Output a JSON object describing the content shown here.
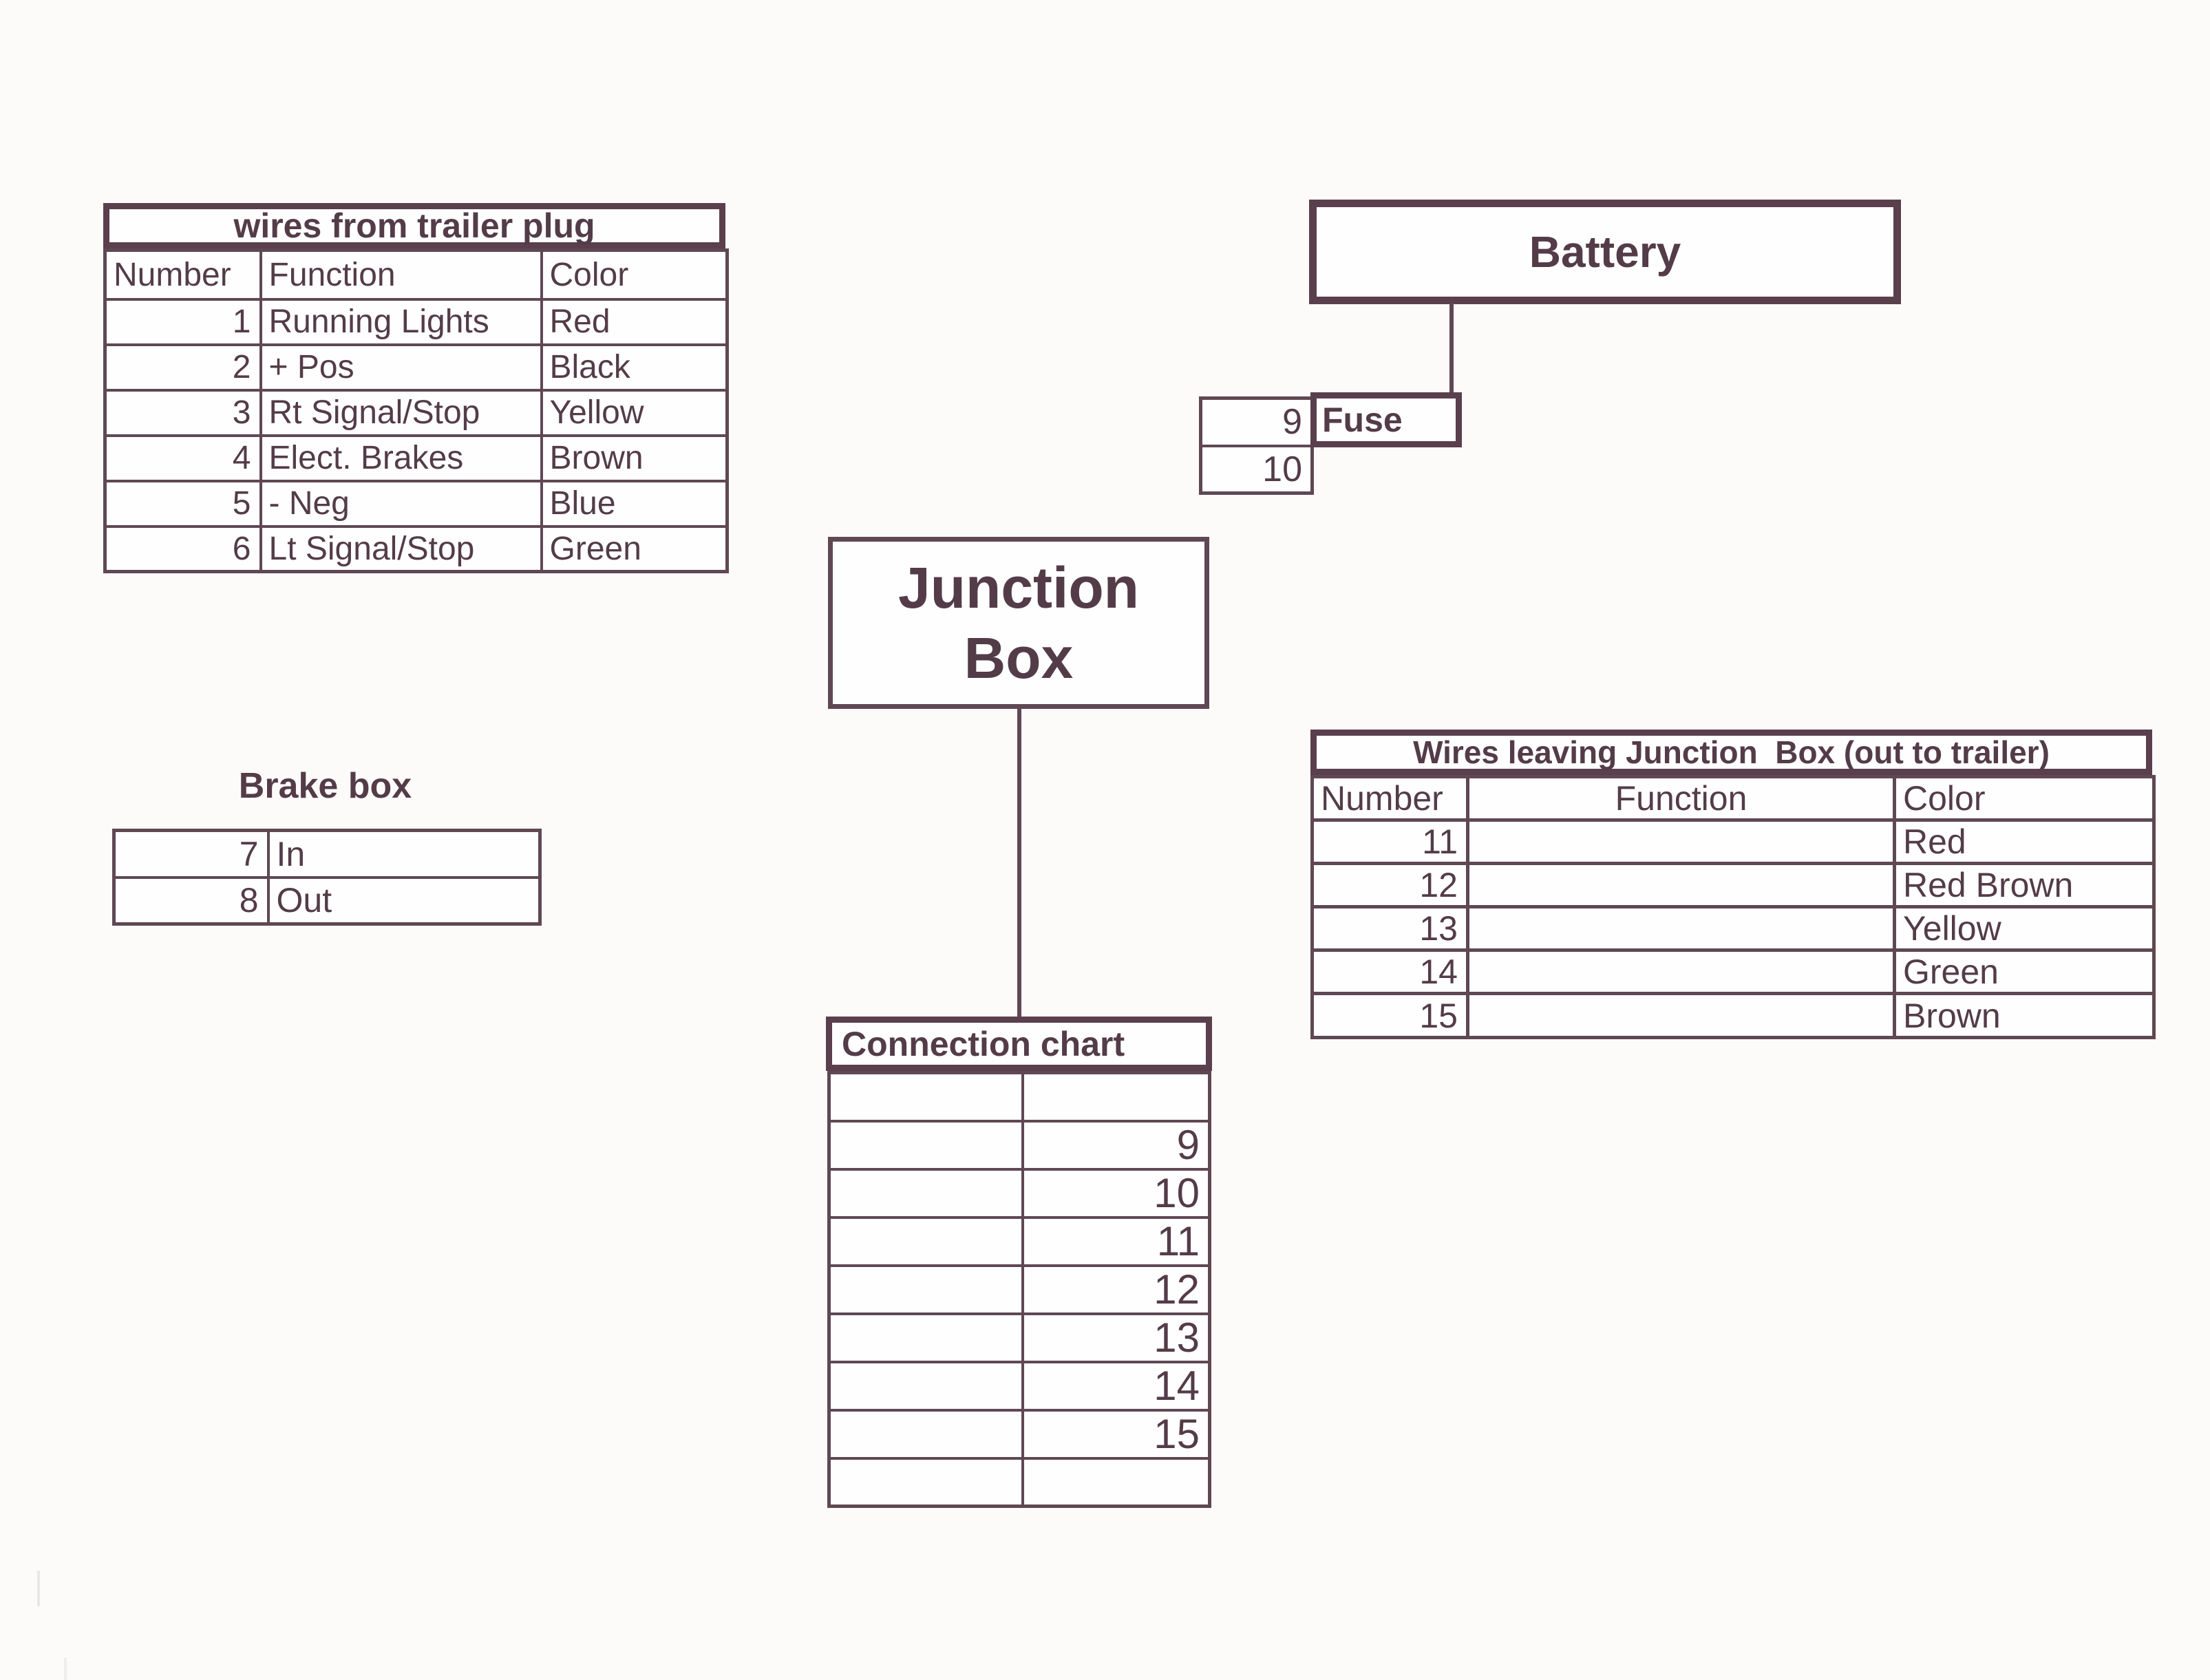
{
  "colors": {
    "ink": "#533c48",
    "line": "#5f4853",
    "bold": "#5a3f4d",
    "background": "#fcfbfa"
  },
  "trailer_plug_table": {
    "title": "wires from trailer plug",
    "headers": [
      "Number",
      "Function",
      "Color"
    ],
    "rows": [
      {
        "number": "1",
        "function": "Running Lights",
        "color": "Red"
      },
      {
        "number": "2",
        "function": "+ Pos",
        "color": "Black"
      },
      {
        "number": "3",
        "function": "Rt Signal/Stop",
        "color": "Yellow"
      },
      {
        "number": "4",
        "function": "Elect. Brakes",
        "color": "Brown"
      },
      {
        "number": "5",
        "function": "- Neg",
        "color": "Blue"
      },
      {
        "number": "6",
        "function": "Lt Signal/Stop",
        "color": "Green"
      }
    ]
  },
  "battery": {
    "label": "Battery"
  },
  "fuse": {
    "label": "Fuse",
    "numbers": [
      "9",
      "10"
    ]
  },
  "junction_box": {
    "line1": "Junction",
    "line2": "Box"
  },
  "brake_box": {
    "title": "Brake box",
    "rows": [
      {
        "number": "7",
        "label": "In"
      },
      {
        "number": "8",
        "label": "Out"
      }
    ]
  },
  "junction_out_table": {
    "title": "Wires leaving Junction  Box (out to trailer)",
    "headers": [
      "Number",
      "Function",
      "Color"
    ],
    "rows": [
      {
        "number": "11",
        "function": "",
        "color": "Red"
      },
      {
        "number": "12",
        "function": "",
        "color": "Red Brown"
      },
      {
        "number": "13",
        "function": "",
        "color": "Yellow"
      },
      {
        "number": "14",
        "function": "",
        "color": "Green"
      },
      {
        "number": "15",
        "function": "",
        "color": "Brown"
      }
    ]
  },
  "connection_chart": {
    "title": "Connection chart",
    "rows": [
      {
        "left": "",
        "right": ""
      },
      {
        "left": "",
        "right": "9"
      },
      {
        "left": "",
        "right": "10"
      },
      {
        "left": "",
        "right": "11"
      },
      {
        "left": "",
        "right": "12"
      },
      {
        "left": "",
        "right": "13"
      },
      {
        "left": "",
        "right": "14"
      },
      {
        "left": "",
        "right": "15"
      },
      {
        "left": "",
        "right": ""
      }
    ]
  }
}
